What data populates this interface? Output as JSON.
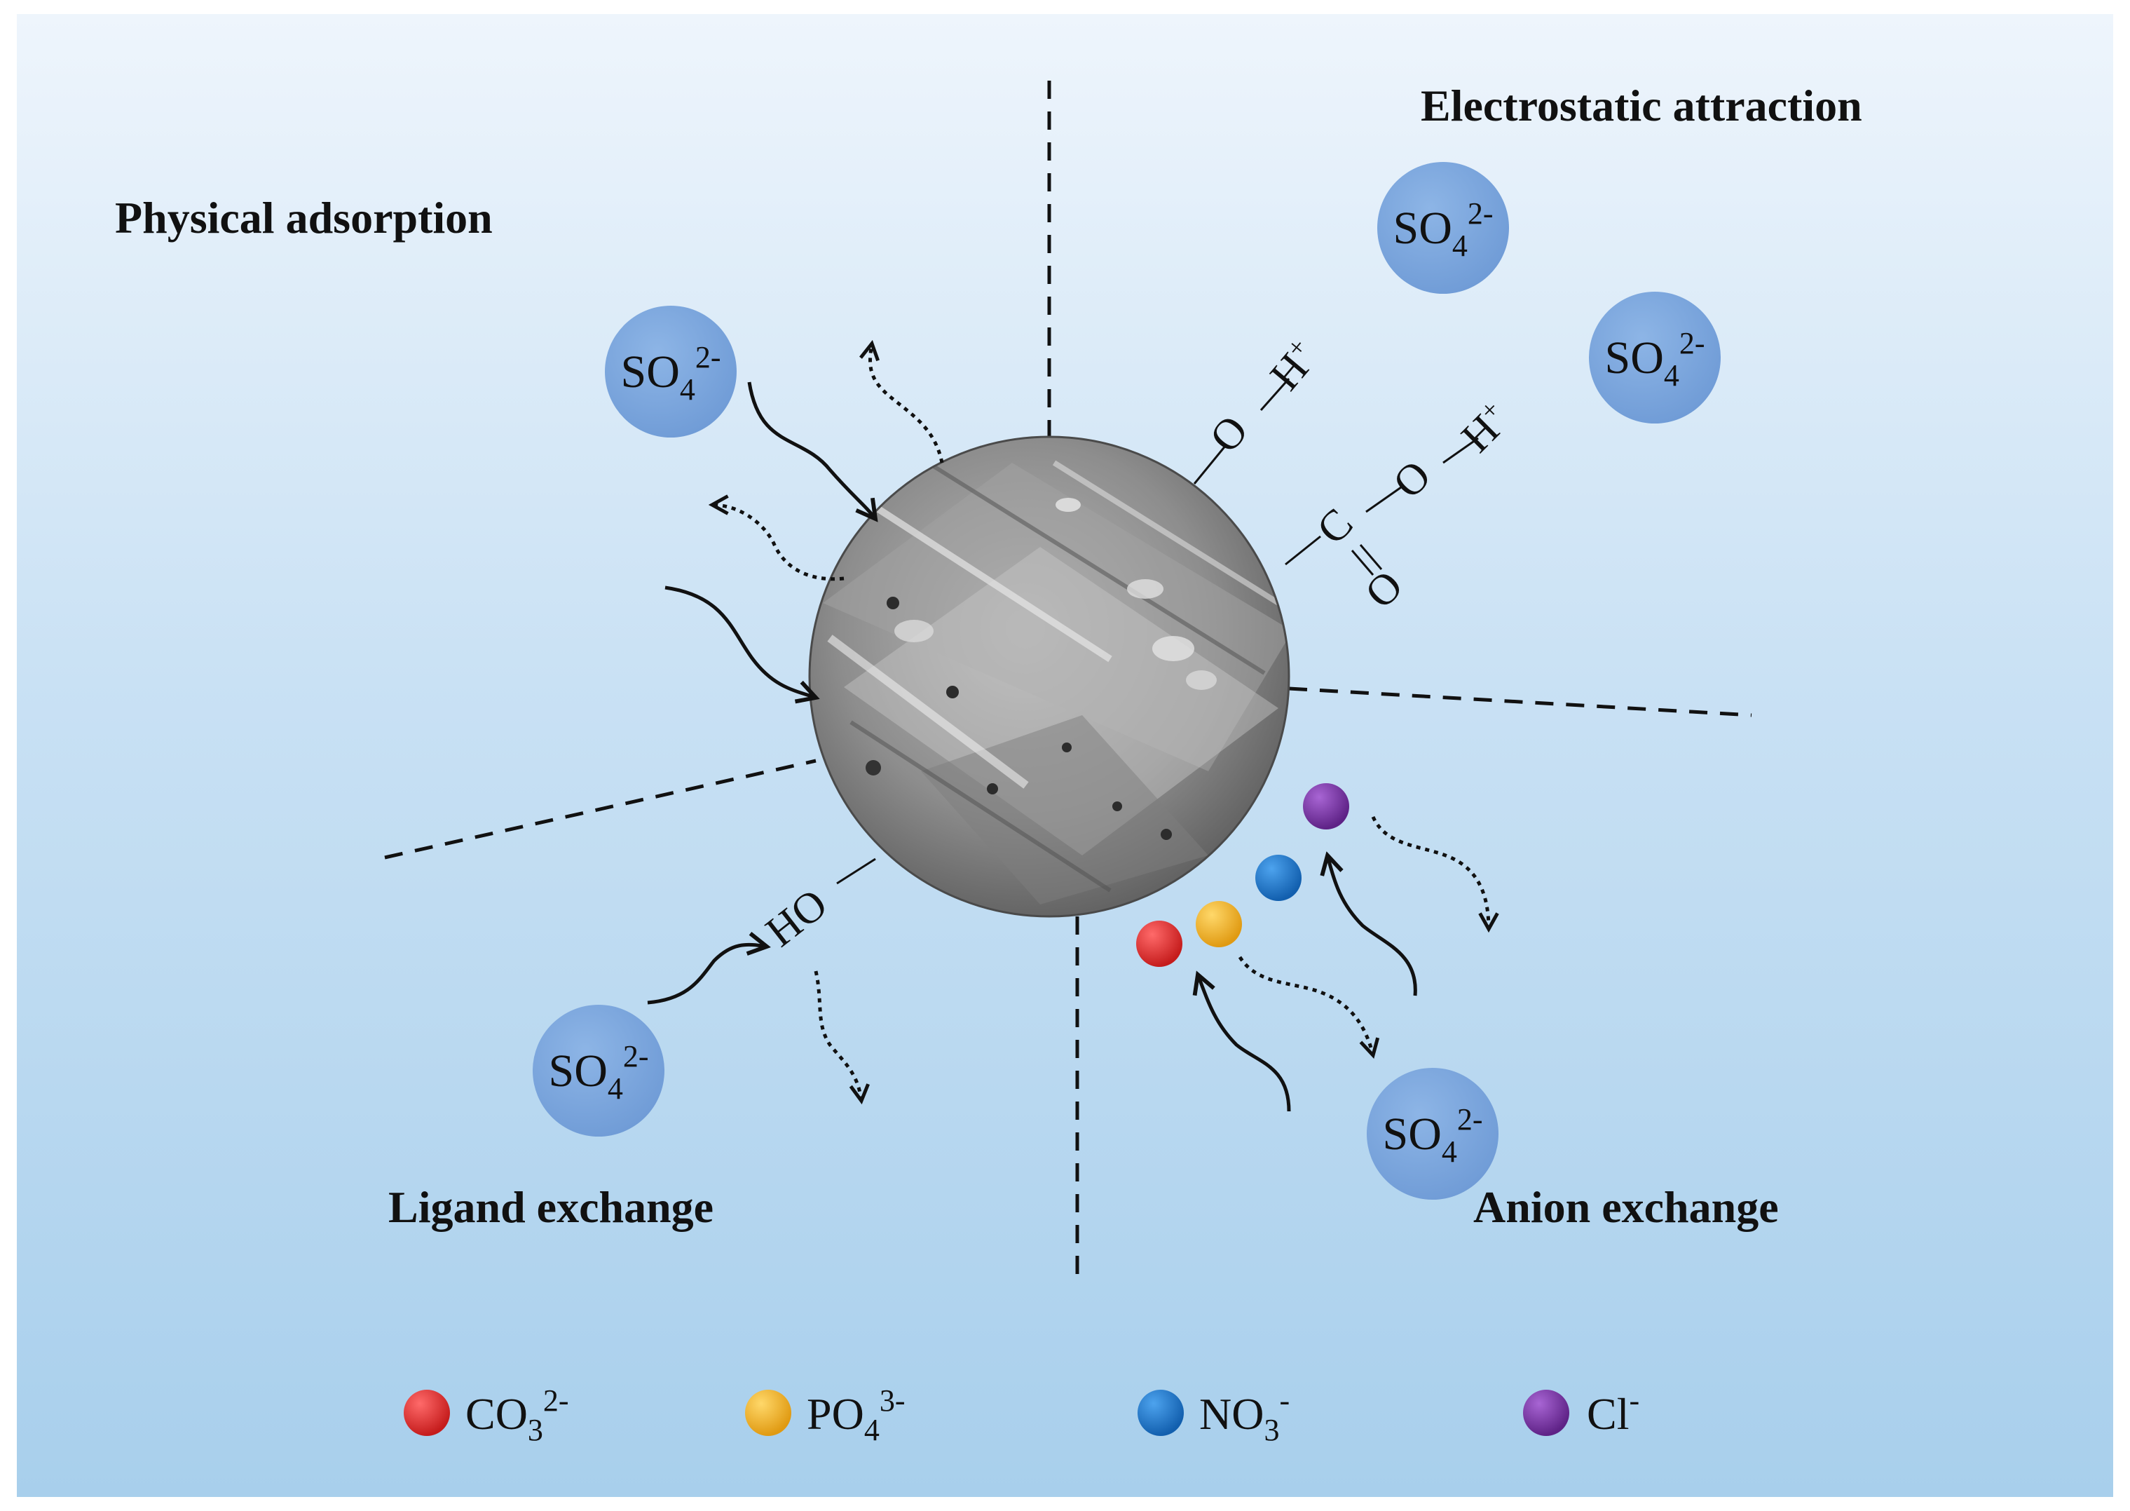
{
  "sections": {
    "physical_adsorption": "Physical adsorption",
    "electrostatic_attraction": "Electrostatic attraction",
    "ligand_exchange": "Ligand exchange",
    "anion_exchange": "Anion exchange"
  },
  "sulfate_ion": {
    "base": "SO",
    "subscript": "4",
    "charge": "2-",
    "color": "#7ba7de"
  },
  "functional_groups": {
    "oh_o": "O",
    "oh_h": "H",
    "oh_h_charge": "+",
    "cooh_c": "C",
    "cooh_o": "O",
    "cooh_h": "H",
    "cooh_h_charge": "+",
    "cooh_double_o": "O",
    "hydroxyl": "HO"
  },
  "legend": [
    {
      "base": "CO",
      "sub": "3",
      "charge": "2-",
      "color": "#e02b2b"
    },
    {
      "base": "PO",
      "sub": "4",
      "charge": "3-",
      "color": "#f2b62b"
    },
    {
      "base": "NO",
      "sub": "3",
      "charge": "-",
      "color": "#1c74c9"
    },
    {
      "base": "Cl",
      "sub": "",
      "charge": "-",
      "color": "#7c36a6"
    }
  ],
  "exchange_ion_colors": {
    "carbonate": "#e02b2b",
    "phosphate": "#f2b62b",
    "nitrate": "#1c74c9",
    "chloride": "#7c36a6"
  },
  "icons": {
    "particle": "biochar-sem-particle-icon"
  }
}
